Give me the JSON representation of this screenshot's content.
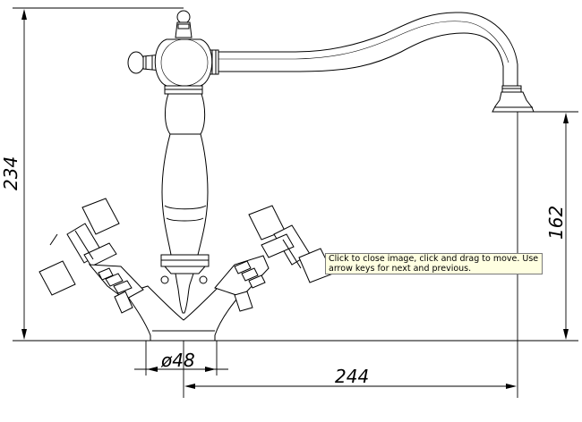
{
  "dimensions": {
    "total_height": "234",
    "spout_height": "162",
    "base_diameter": "ø48",
    "spout_reach": "244"
  },
  "tooltip": {
    "text": "Click to close image, click and drag to move. Use arrow keys for next and previous."
  },
  "colors": {
    "outline": "#000000",
    "tooltip_bg": "#ffffe1",
    "tooltip_border": "#7a7a7a"
  }
}
